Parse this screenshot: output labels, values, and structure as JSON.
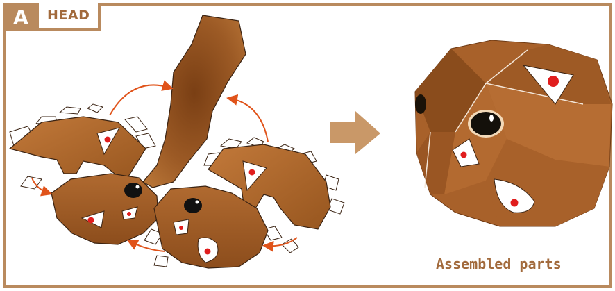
{
  "section": {
    "letter": "A",
    "title": "HEAD"
  },
  "caption": "Assembled parts",
  "colors": {
    "frame": "#b98a5e",
    "paper_brown": "#9c5a25",
    "arrow_red": "#e0531a",
    "arrow_tan": "#c99868"
  },
  "icons": [
    "right-arrow-icon",
    "curved-arrow-icon",
    "eye-icon"
  ]
}
